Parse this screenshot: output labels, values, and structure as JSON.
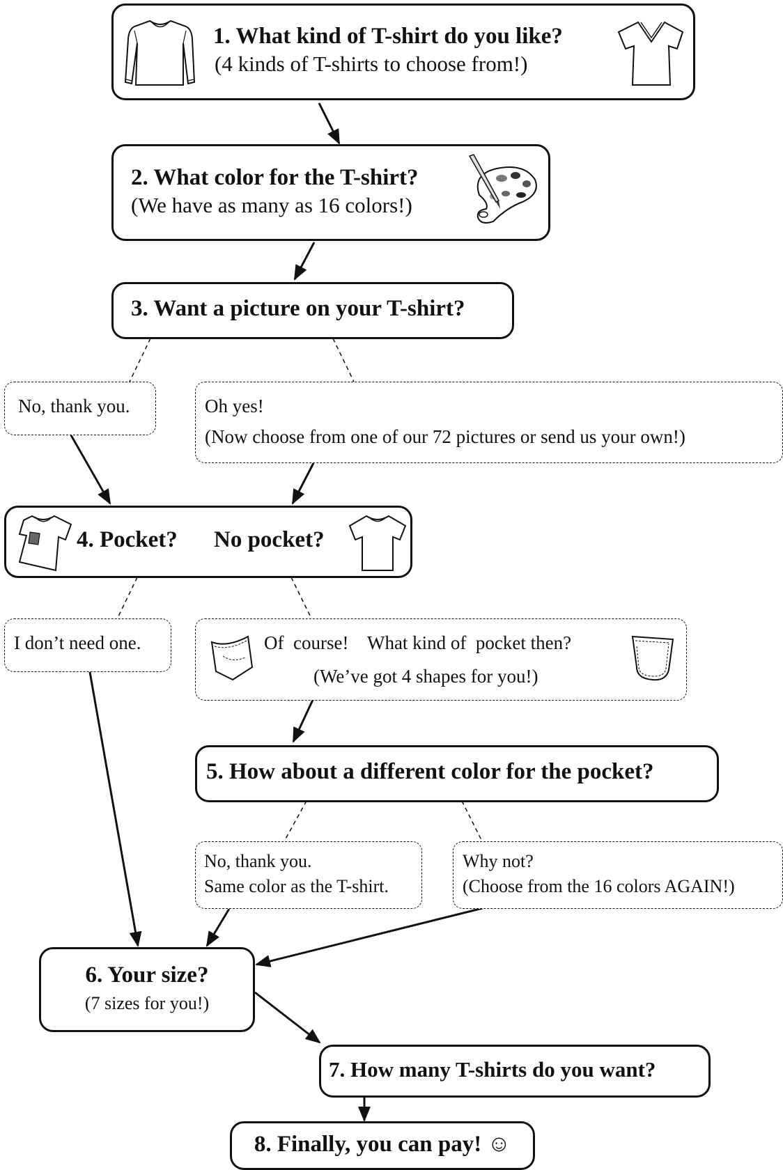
{
  "steps": {
    "s1": {
      "title": "1. What kind of  T-shirt do you like?",
      "sub": "(4 kinds of  T-shirts to choose from!)"
    },
    "s2": {
      "title": "2. What color for the T-shirt?",
      "sub": "(We have as many as 16 colors!)"
    },
    "s3": {
      "title": "3. Want a picture on your T-shirt?"
    },
    "s4": {
      "title_a": "4. Pocket?",
      "title_b": "No pocket?"
    },
    "s5": {
      "title": "5. How about a different color for the pocket?"
    },
    "s6": {
      "title": "6. Your size?",
      "sub": "(7 sizes for you!)"
    },
    "s7": {
      "title": "7. How many T-shirts do you want?"
    },
    "s8": {
      "title": "8. Finally, you can pay! ☺"
    }
  },
  "options": {
    "o3_no": "No, thank you.",
    "o3_yes_1": "Oh yes!",
    "o3_yes_2": "(Now choose from one of  our 72 pictures or send us your own!)",
    "o4_no": "I don’t need one.",
    "o4_yes_1": "Of  course!    What kind of  pocket then?",
    "o4_yes_2": "(We’ve got 4 shapes for you!)",
    "o5_no_1": "No, thank you.",
    "o5_no_2": "Same color as the T-shirt.",
    "o5_yes_1": "Why not?",
    "o5_yes_2": "(Choose from the 16 colors AGAIN!)"
  },
  "icons": [
    "long-sleeve-shirt-icon",
    "v-neck-shirt-icon",
    "paint-palette-icon",
    "pocket-tshirt-icon",
    "plain-tshirt-icon",
    "jeans-pocket-icon",
    "patch-pocket-icon"
  ],
  "colors": {
    "line": "#111111",
    "background": "#ffffff",
    "palette_paint": "#777777"
  }
}
